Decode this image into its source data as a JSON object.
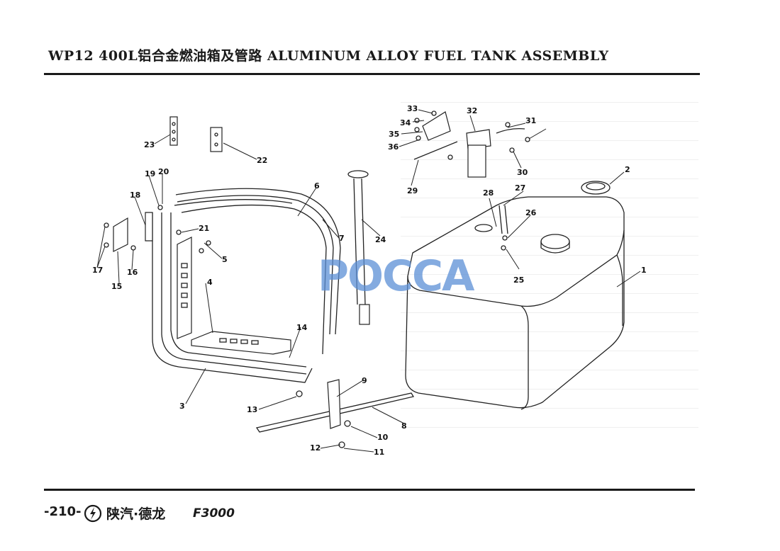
{
  "header": {
    "title": "WP12  400L铝合金燃油箱及管路 ALUMINUM ALLOY FUEL TANK ASSEMBLY"
  },
  "footer": {
    "page_number": "-210-",
    "brand": "陕汽·德龙",
    "model": "F3000"
  },
  "watermark": "POCCA",
  "part_labels": [
    "1",
    "2",
    "3",
    "4",
    "5",
    "6",
    "7",
    "8",
    "9",
    "10",
    "11",
    "12",
    "13",
    "14",
    "15",
    "16",
    "17",
    "18",
    "19",
    "20",
    "21",
    "22",
    "23",
    "24",
    "25",
    "26",
    "27",
    "28",
    "29",
    "30",
    "31",
    "32",
    "33",
    "34",
    "35",
    "36"
  ],
  "colors": {
    "ink": "#1a1a1a",
    "watermark": "#5b8fd6"
  }
}
